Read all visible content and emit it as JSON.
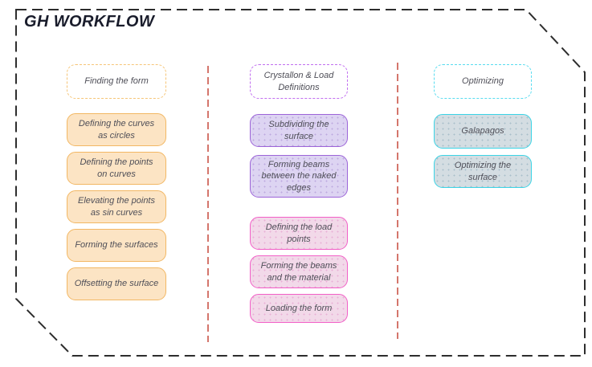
{
  "title": "GH WORKFLOW",
  "colors": {
    "outer_border": "#2d2d2d",
    "separator": "#c23b2d",
    "orange_border": "#f2b763",
    "orange_fill": "#fce4c4",
    "orange_header_border": "#f6c577",
    "purple_border": "#9c64d8",
    "purple_fill": "#ddd4f2",
    "purple_header_border": "#c16ef0",
    "pink_border": "#f25fc7",
    "pink_fill": "#f2d9e9",
    "cyan_border": "#3bd4e6",
    "cyan_fill": "#d4dde2",
    "cyan_header_border": "#58dcf0",
    "text": "#4f4f58",
    "title_text": "#191c2b"
  },
  "columns": [
    {
      "header": "Finding the form",
      "boxes": [
        "Defining the curves as circles",
        "Defining the points on curves",
        "Elevating the points as sin curves",
        "Forming the surfaces",
        "Offsetting the surface"
      ]
    },
    {
      "header": "Crystallon & Load Definitions",
      "groups": [
        {
          "boxes": [
            "Subdividing the surface",
            "Forming beams between the naked edges"
          ]
        },
        {
          "boxes": [
            "Defining the load points",
            "Forming the beams and the material",
            "Loading the form"
          ]
        }
      ]
    },
    {
      "header": "Optimizing",
      "boxes": [
        "Galapagos",
        "Optimizing the surface"
      ]
    }
  ]
}
